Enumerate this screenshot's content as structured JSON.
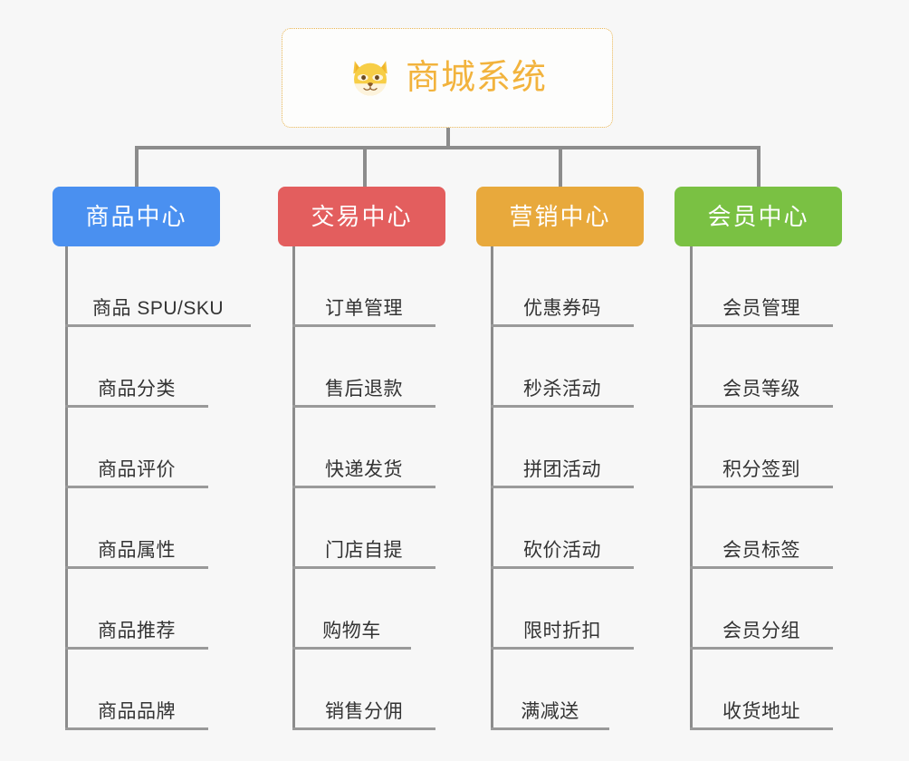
{
  "root": {
    "label": "商城系统",
    "icon": "shiba-dog-icon",
    "border_color": "#e8b451",
    "text_color": "#f2b33d",
    "background": "#fdfdfc"
  },
  "canvas": {
    "background": "#f7f7f7",
    "connector_color": "#8c8c8c",
    "leaf_underline_color": "#9a9a9a",
    "leaf_text_color": "#333333"
  },
  "branches": [
    {
      "label": "商品中心",
      "color": "#4a90f0",
      "items": [
        "商品 SPU/SKU",
        "商品分类",
        "商品评价",
        "商品属性",
        "商品推荐",
        "商品品牌"
      ]
    },
    {
      "label": "交易中心",
      "color": "#e35e5e",
      "items": [
        "订单管理",
        "售后退款",
        "快递发货",
        "门店自提",
        "购物车",
        "销售分佣"
      ]
    },
    {
      "label": "营销中心",
      "color": "#e8a93c",
      "items": [
        "优惠券码",
        "秒杀活动",
        "拼团活动",
        "砍价活动",
        "限时折扣",
        "满减送"
      ]
    },
    {
      "label": "会员中心",
      "color": "#7ac143",
      "items": [
        "会员管理",
        "会员等级",
        "积分签到",
        "会员标签",
        "会员分组",
        "收货地址"
      ]
    }
  ]
}
